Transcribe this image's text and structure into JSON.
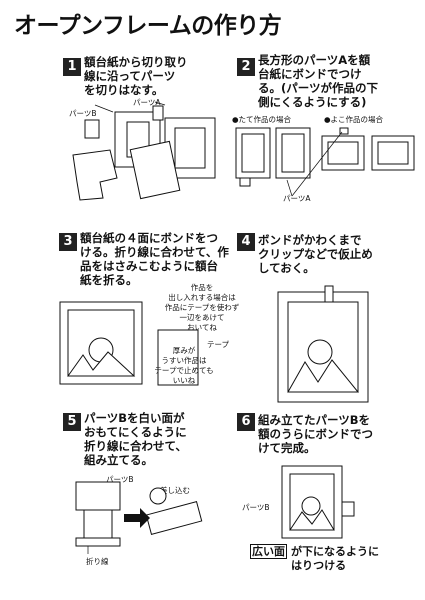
{
  "title": "オープンフレームの作り方",
  "steps": [
    {
      "num": "1",
      "text": "額台紙から切り取り\n線に沿ってパーツ\nを切りはなす。",
      "labels": {
        "a": "パーツA",
        "b": "パーツB"
      }
    },
    {
      "num": "2",
      "text": "長方形のパーツAを額\n台紙にボンドでつけ\nる。(パーツが作品の下\n側にくるようにする)",
      "labels": {
        "tate": "●たて作品の場合",
        "yoko": "●よこ作品の場合",
        "a": "パーツA"
      }
    },
    {
      "num": "3",
      "text": "額台紙の４面にボンドをつ\nける。折り線に合わせて、作\n品をはさみこむように額台\n紙を折る。",
      "bubble1": "作品を\n出し入れする場合は\n作品にテープを使わず\n一辺をあけて\nおいてね",
      "bubble2": "厚みが\nうすい作品は\nテープで止めても\nいいね",
      "tape": "テープ"
    },
    {
      "num": "4",
      "text": "ボンドがかわくまで\nクリップなどで仮止め\nしておく。"
    },
    {
      "num": "5",
      "text": "パーツBを白い面が\nおもてにくるように\n折り線に合わせて、\n組み立てる。",
      "labels": {
        "b": "パーツB",
        "insert": "差し込む",
        "fold": "折り線"
      }
    },
    {
      "num": "6",
      "text": "組み立てたパーツBを\n額のうらにボンドでつ\nけて完成。",
      "labels": {
        "b": "パーツB"
      },
      "wide": "広い面",
      "tail": "が下になるように\nはりつける"
    }
  ]
}
